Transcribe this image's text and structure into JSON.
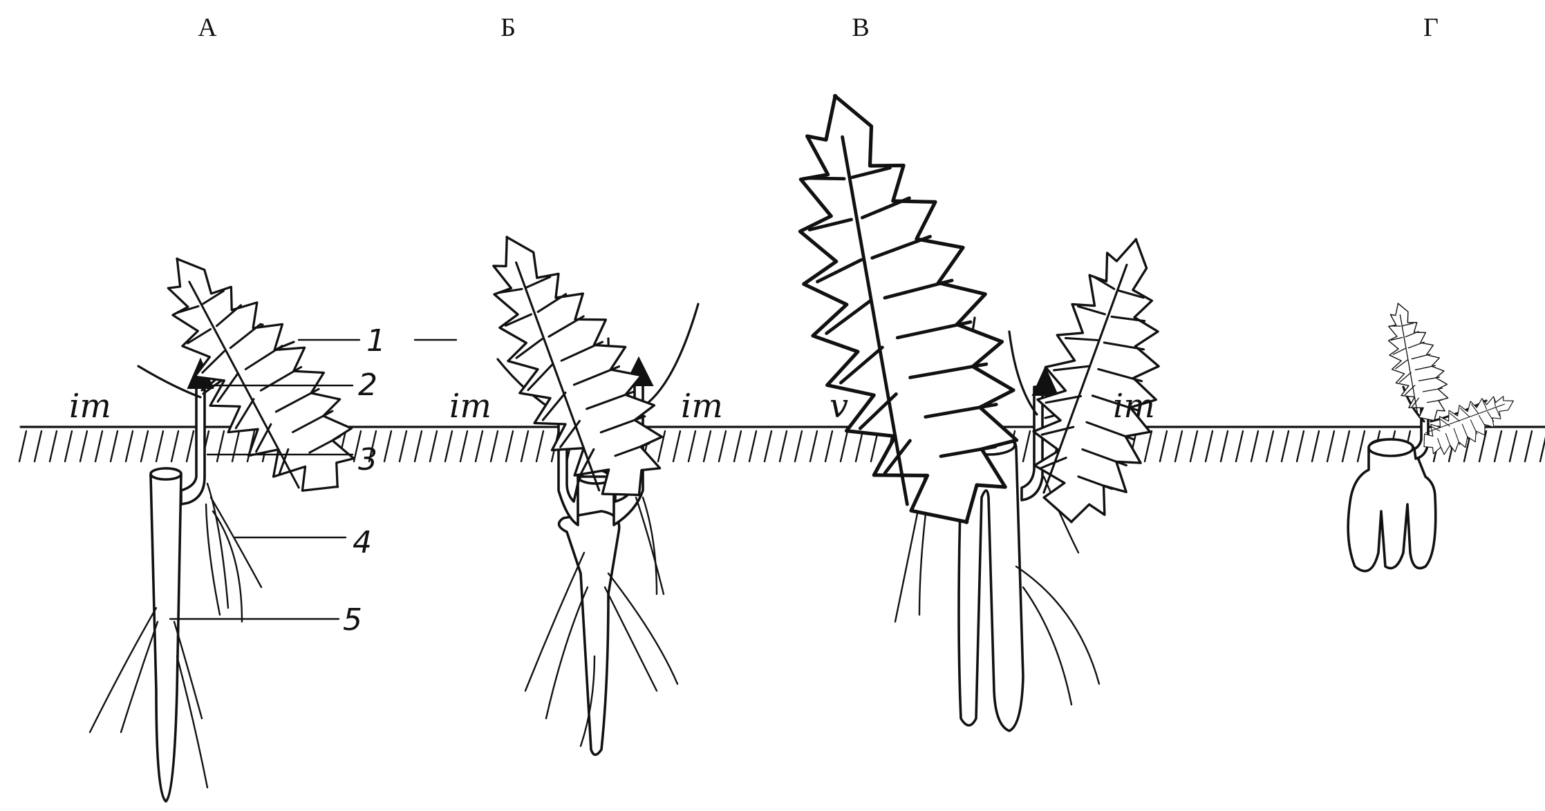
{
  "panels": [
    {
      "id": "a",
      "label": "А"
    },
    {
      "id": "b",
      "label": "Б"
    },
    {
      "id": "v",
      "label": "В"
    },
    {
      "id": "g",
      "label": "Г"
    }
  ],
  "stage_labels": {
    "a_left": "im",
    "b_left": "im",
    "b_right": "im",
    "v_left": "v",
    "v_right": "im"
  },
  "callouts": [
    "1",
    "2",
    "3",
    "4",
    "5"
  ],
  "colors": {
    "ink": "#111111",
    "background": "#ffffff"
  }
}
